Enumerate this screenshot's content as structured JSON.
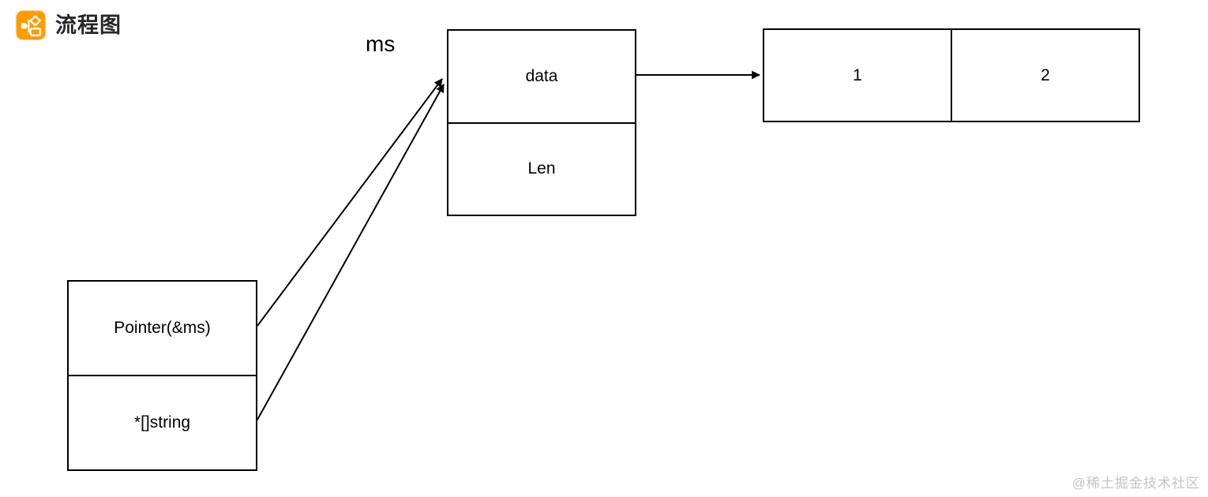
{
  "header": {
    "title": "流程图",
    "icon": "flowchart-icon",
    "icon_color": "#FF9C00"
  },
  "diagram": {
    "ms_label": "ms",
    "ms_box": {
      "cells": [
        "data",
        "Len"
      ]
    },
    "array_box": {
      "cells": [
        "1",
        "2"
      ]
    },
    "pointer_box": {
      "cells": [
        "Pointer(&ms)",
        "*[]string"
      ]
    },
    "connectors": [
      {
        "from": "ms-box.data",
        "to": "array-box.1",
        "style": "arrow"
      },
      {
        "from": "pointer-box.Pointer(&ms)",
        "to": "ms-box.data",
        "style": "arrow"
      },
      {
        "from": "pointer-box.*[]string",
        "to": "ms-box.data",
        "style": "arrow"
      }
    ],
    "stroke_color": "#000000"
  },
  "watermark": {
    "text": "@稀土掘金技术社区",
    "color": "#c4c4c4"
  }
}
